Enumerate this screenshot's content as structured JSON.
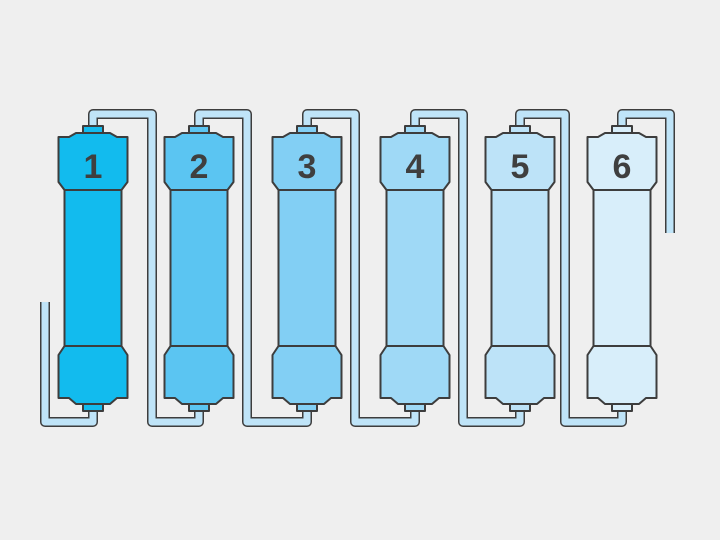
{
  "diagram": {
    "filters": [
      {
        "label": "1",
        "color": "#12bbee"
      },
      {
        "label": "2",
        "color": "#5bc5f2"
      },
      {
        "label": "3",
        "color": "#82cff4"
      },
      {
        "label": "4",
        "color": "#9fd9f6"
      },
      {
        "label": "5",
        "color": "#bde3f8"
      },
      {
        "label": "6",
        "color": "#d8eefa"
      }
    ],
    "tube_color": "#bfe4f8",
    "outline_color": "#3d3d3d",
    "background": "#efefef"
  }
}
